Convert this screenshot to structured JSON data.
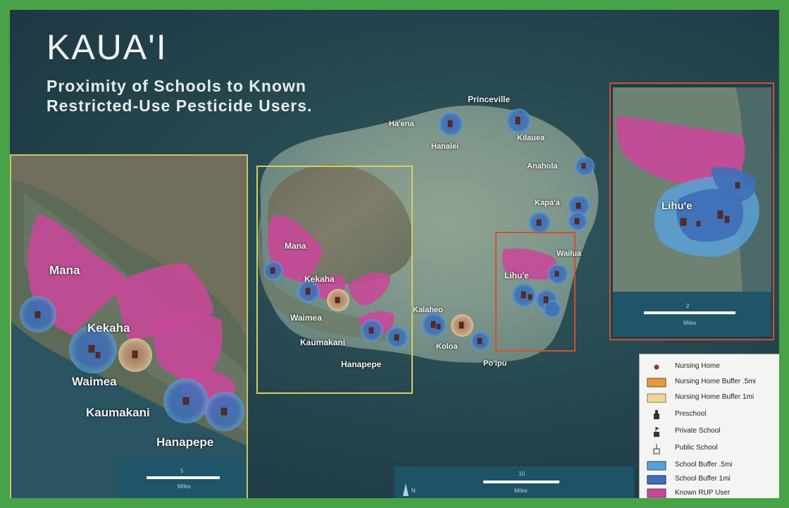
{
  "title": "KAUA'I",
  "subtitle_line1": "Proximity of Schools to Known",
  "subtitle_line2": "Restricted-Use Pesticide Users.",
  "colors": {
    "frame": "#48a248",
    "rup_user": "#c8489a",
    "school_buffer_half": "#5aa0d8",
    "school_buffer_1mi": "#3f6fb8",
    "nursing_buffer_half": "#e89a3a",
    "nursing_buffer_1mi": "#f2d59a",
    "left_inset_border": "#c9c46a",
    "mid_inset_border": "#d6d060",
    "lihue_inset_border": "#d0502e"
  },
  "main_map": {
    "places": [
      "Princeville",
      "Ha'ena",
      "Hanalei",
      "Kilauea",
      "Anahola",
      "Kapa'a",
      "Wailua",
      "Lihu'e",
      "Mana",
      "Kekaha",
      "Waimea",
      "Kaumakani",
      "Hanapepe",
      "Kalaheo",
      "Koloa",
      "Po'ipu"
    ],
    "scale_units": "Miles",
    "scale_value": "10"
  },
  "left_inset": {
    "places": [
      "Mana",
      "Kekaha",
      "Waimea",
      "Kaumakani",
      "Hanapepe"
    ],
    "scale_units": "Miles",
    "scale_value": "5"
  },
  "lihue_inset": {
    "place": "Lihu'e",
    "scale_units": "Miles",
    "scale_value": "2"
  },
  "legend": [
    {
      "icon": "nursing-home-icon",
      "label": "Nursing Home"
    },
    {
      "icon": "nursing-buffer-half-swatch",
      "label": "Nursing Home Buffer .5mi"
    },
    {
      "icon": "nursing-buffer-1mi-swatch",
      "label": "Nursing Home Buffer 1mi"
    },
    {
      "icon": "preschool-icon",
      "label": "Preschool"
    },
    {
      "icon": "private-school-icon",
      "label": "Private School"
    },
    {
      "icon": "public-school-icon",
      "label": "Public School"
    },
    {
      "icon": "school-buffer-half-swatch",
      "label": "School Buffer .5mi"
    },
    {
      "icon": "school-buffer-1mi-swatch",
      "label": "School Buffer 1mi"
    },
    {
      "icon": "rup-user-swatch",
      "label": "Known RUP User"
    }
  ],
  "north_arrow": "N"
}
